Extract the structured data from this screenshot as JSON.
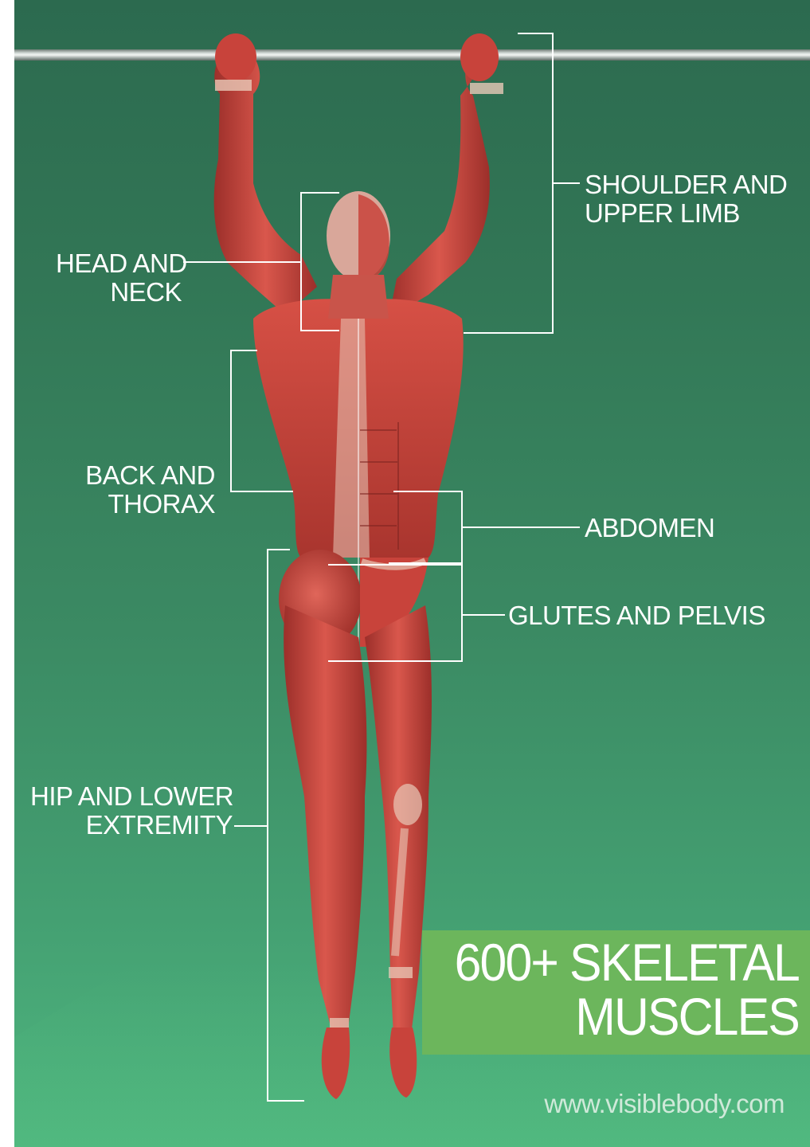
{
  "labels": {
    "shoulder_upper_limb": "SHOULDER AND\nUPPER LIMB",
    "head_neck": "HEAD AND\nNECK",
    "back_thorax": "BACK AND\nTHORAX",
    "abdomen": "ABDOMEN",
    "glutes_pelvis": "GLUTES AND PELVIS",
    "hip_lower_extremity": "HIP AND LOWER\nEXTREMITY"
  },
  "banner": {
    "line1": "600+ SKELETAL",
    "line2": "MUSCLES"
  },
  "site_url": "www.visiblebody.com",
  "colors": {
    "background_top": "#2c6a4f",
    "background_bottom": "#4fb67f",
    "banner": "#6cb65c",
    "muscle": "#c8433b",
    "muscle_dark": "#9c2f2a",
    "tendon": "#e8c9b8",
    "label_text": "#ffffff"
  },
  "icons": {
    "figure": "human-muscle-anatomy-illustration",
    "bar": "pull-up-bar"
  }
}
